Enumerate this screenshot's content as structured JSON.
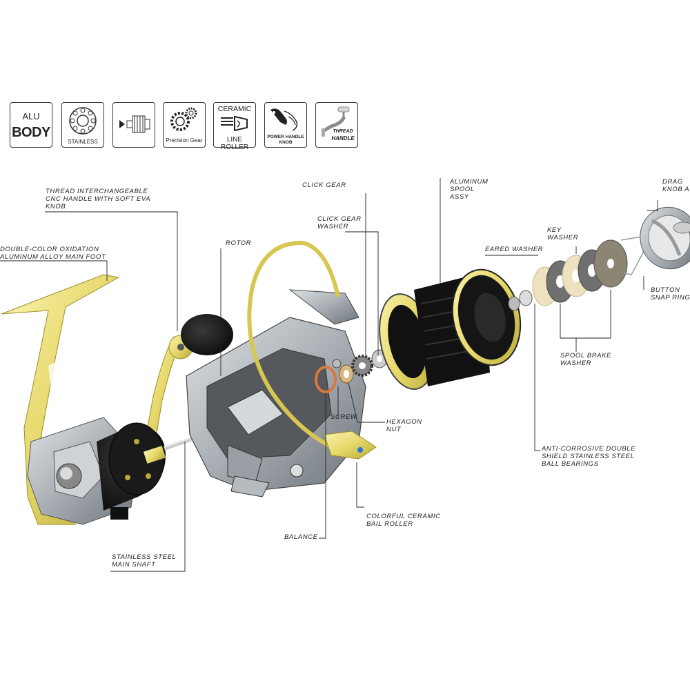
{
  "features": {
    "alu_body": {
      "line1": "ALU",
      "line2": "BODY"
    },
    "stainless": {
      "label": "STAINLESS"
    },
    "shaft": {
      "label": ""
    },
    "precision_gear": {
      "label": "Precision Gear"
    },
    "ceramic": {
      "line1": "CERAMIC",
      "line2": "LINE ROLLER"
    },
    "power_handle": {
      "line1": "POWER HANDLE",
      "line2": "KNOB"
    },
    "thread_handle": {
      "line1": "THREAD",
      "line2": "HANDLE"
    }
  },
  "callouts": {
    "handle": "THREAD INTERCHANGEABLE\nCNC HANDLE WITH SOFT EVA\nKNOB",
    "main_foot": "DOUBLE-COLOR OXIDATION\nALUMINUM ALLOY MAIN FOOT",
    "rotor": "ROTOR",
    "click_gear": "CLICK GEAR",
    "click_gear_washer": "CLICK GEAR\nWASHER",
    "spool_assy": "ALUMINUM\nSPOOL\nASSY",
    "drag_knob": "DRAG\nKNOB A",
    "key_washer": "KEY\nWASHER",
    "eared_washer": "EARED WASHER",
    "button_snap_ring": "BUTTON\nSNAP RING",
    "spool_brake_washer": "SPOOL BRAKE\nWASHER",
    "screw": "SCREW",
    "hexagon_nut": "HEXAGON\nNUT",
    "bearings": "ANTI-CORROSIVE DOUBLE\nSHIELD STAINLESS STEEL\nBALL BEARINGS",
    "bail_roller": "COLORFUL CERAMIC\nBAIL ROLLER",
    "balance": "BALANCE",
    "main_shaft": "STAINLESS STEEL\nMAIN SHAFT"
  },
  "colors": {
    "gold": "#e6d86a",
    "gold_dark": "#b9a93a",
    "silver": "#a8aeb3",
    "silver_dark": "#6d747a",
    "black": "#151515",
    "cork": "#eee1c0",
    "copper": "#d9773f"
  }
}
